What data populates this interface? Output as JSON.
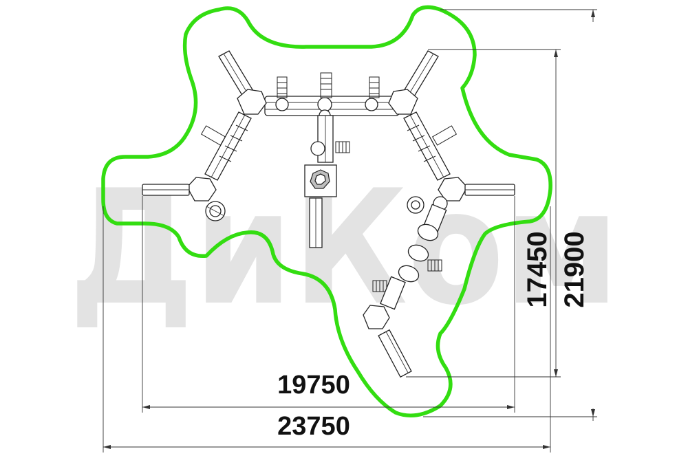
{
  "dimensions": {
    "inner_width": "19750",
    "outer_width": "23750",
    "inner_height": "17450",
    "outer_height": "21900"
  },
  "watermark": {
    "text": "ДиКом"
  },
  "colors": {
    "safety_zone": "#33dd11",
    "structure": "#222222",
    "dimension": "#111111",
    "watermark": "#d9d9d9"
  }
}
